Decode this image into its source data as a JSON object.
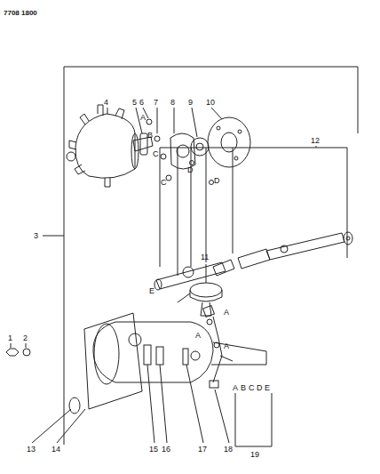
{
  "diagram": {
    "labels": [
      "7708 1800",
      "4",
      "5",
      "6",
      "7",
      "8",
      "9",
      "10",
      "A",
      "B",
      "C",
      "C",
      "D",
      "D",
      "12",
      "E",
      "11",
      "A",
      "A",
      "3",
      "1",
      "2",
      "A",
      "13",
      "14",
      "15",
      "16",
      "17",
      "18",
      "A",
      "B",
      "C",
      "D",
      "E",
      "19"
    ]
  }
}
